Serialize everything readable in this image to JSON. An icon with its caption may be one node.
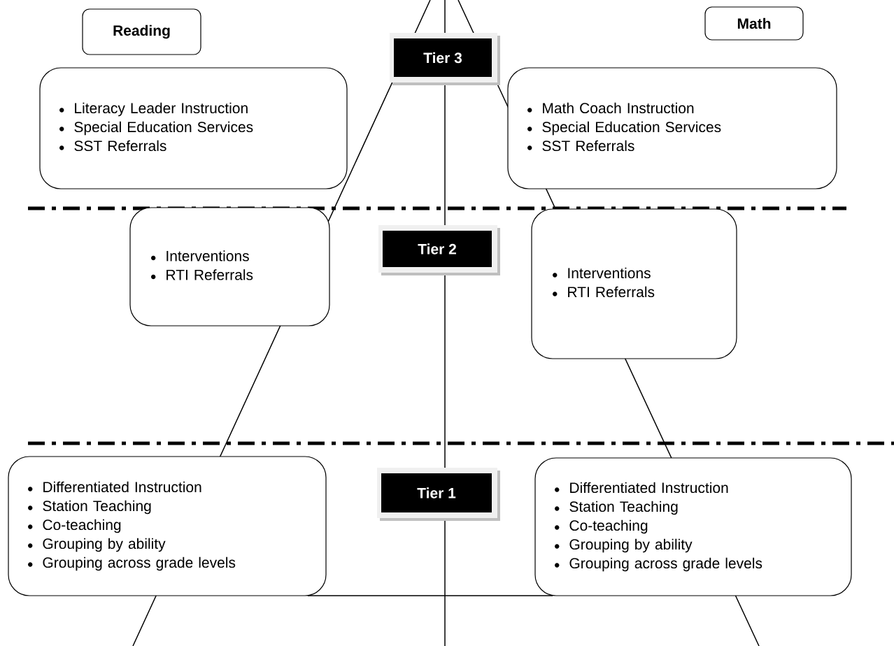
{
  "diagram": {
    "nodes": [
      {
        "text": [
          "Reading"
        ]
      },
      {
        "text": [
          "Math"
        ]
      },
      {
        "text": [
          "Tier 3"
        ]
      },
      {
        "text": [
          "Literacy Leader Instruction",
          "Special Education Services",
          "SST Referrals"
        ]
      },
      {
        "text": [
          "Math Coach Instruction",
          "Special Education Services",
          "SST Referrals"
        ]
      },
      {
        "text": [
          "Tier 2"
        ]
      },
      {
        "text": [
          "Interventions",
          "RTI Referrals"
        ]
      },
      {
        "text": [
          "Interventions",
          "RTI Referrals"
        ]
      },
      {
        "text": [
          "Tier 1"
        ]
      },
      {
        "text": [
          "Differentiated Instruction",
          "Station Teaching",
          "Co-teaching",
          "Grouping by ability",
          "Grouping across grade levels"
        ]
      },
      {
        "text": [
          "Differentiated Instruction",
          "Station Teaching",
          "Co-teaching",
          "Grouping by ability",
          "Grouping across grade levels"
        ]
      }
    ]
  }
}
